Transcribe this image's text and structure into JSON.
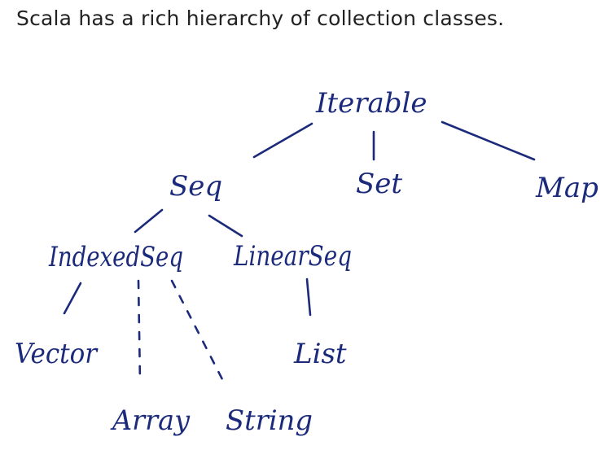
{
  "heading": "Scala has a rich hierarchy of collection classes.",
  "colors": {
    "ink": "#1b2a7a",
    "text": "#222222",
    "background": "#ffffff"
  },
  "nodes": {
    "iterable": "Iterable",
    "seq": "Seq",
    "set": "Set",
    "map": "Map",
    "indexed_seq": "IndexedSeq",
    "linear_seq": "LinearSeq",
    "vector": "Vector",
    "list": "List",
    "array": "Array",
    "string": "String"
  }
}
